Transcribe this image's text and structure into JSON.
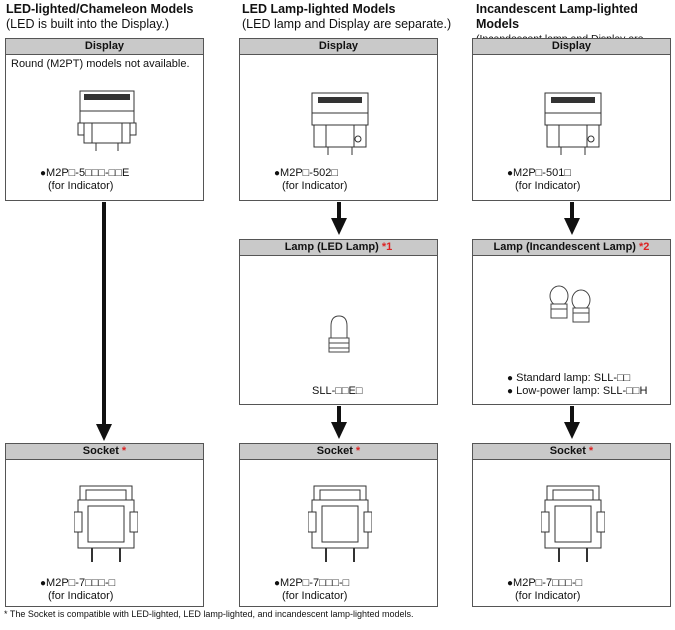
{
  "columns": [
    {
      "title": "LED-lighted/Chameleon Models",
      "subtitle": "(LED is built into the Display.)"
    },
    {
      "title": "LED Lamp-lighted Models",
      "subtitle": "(LED lamp and Display are separate.)"
    },
    {
      "title": "Incandescent Lamp-lighted Models",
      "subtitle": "(Incandescent lamp and Display are separate.)"
    }
  ],
  "display_header": "Display",
  "socket_header": "Socket",
  "socket_star": "*",
  "display_note": "Round (M2PT) models not available.",
  "displays": [
    {
      "model": "M2P□-5□□□-□□E",
      "desc": "(for Indicator)"
    },
    {
      "model": "M2P□-502□",
      "desc": "(for Indicator)"
    },
    {
      "model": "M2P□-501□",
      "desc": "(for Indicator)"
    }
  ],
  "lamps": [
    {
      "header": "Lamp (LED Lamp)",
      "ref": "*1"
    },
    {
      "header": "Lamp (Incandescent Lamp)",
      "ref": "*2"
    }
  ],
  "led_lamp_model": "SLL-□□E□",
  "incandescent_lamps": [
    "Standard lamp: SLL-□□",
    "Low-power lamp: SLL-□□H"
  ],
  "sockets": [
    {
      "model": "M2P□-7□□□-□",
      "desc": "(for Indicator)"
    },
    {
      "model": "M2P□-7□□□-□",
      "desc": "(for Indicator)"
    },
    {
      "model": "M2P□-7□□□-□",
      "desc": "(for Indicator)"
    }
  ],
  "footnote": "* The Socket is compatible with LED-lighted, LED lamp-lighted, and incandescent lamp-lighted models."
}
